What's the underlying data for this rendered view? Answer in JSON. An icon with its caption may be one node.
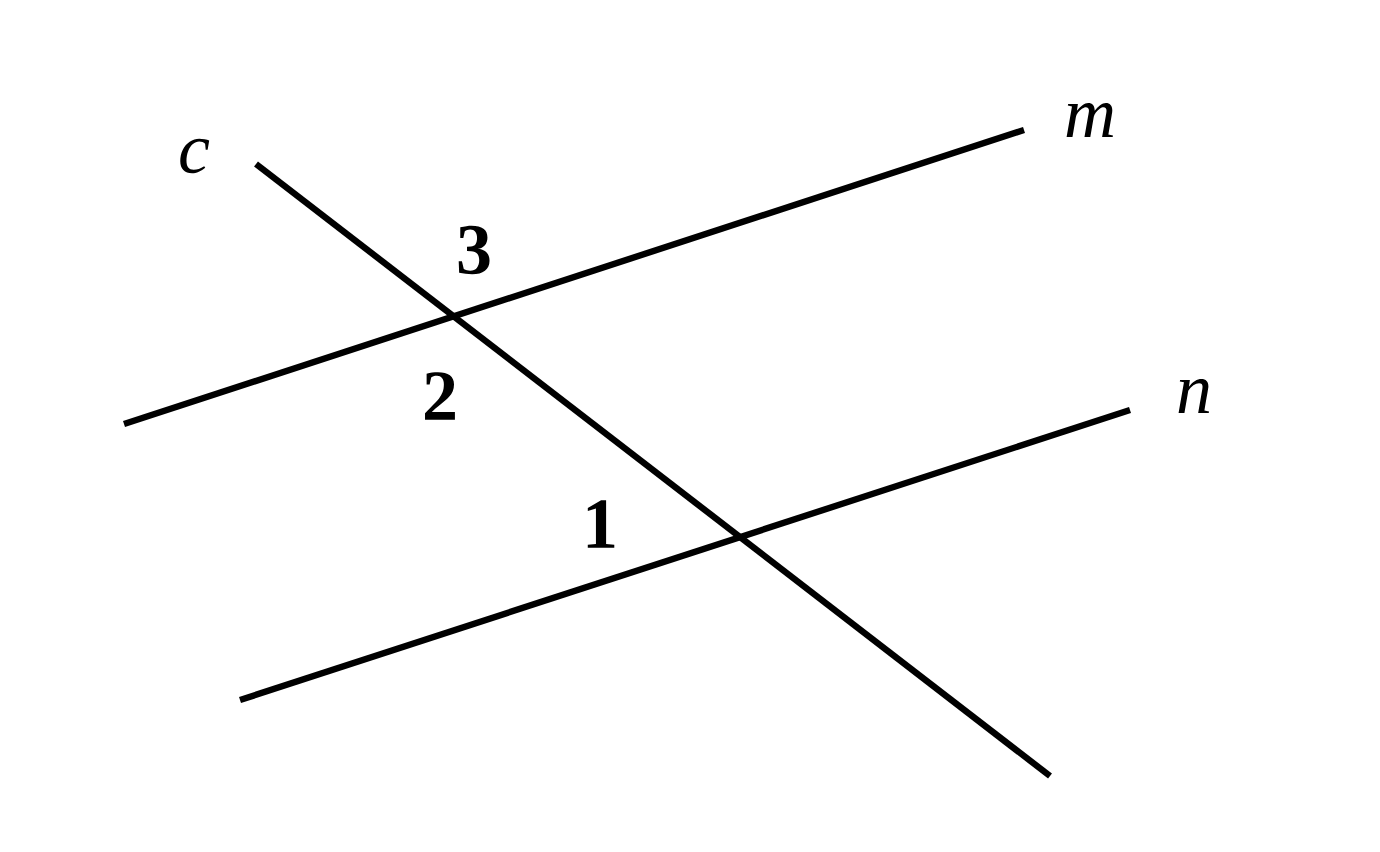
{
  "diagram": {
    "labels": [
      "c",
      "m",
      "3",
      "2",
      "n",
      "1"
    ]
  }
}
